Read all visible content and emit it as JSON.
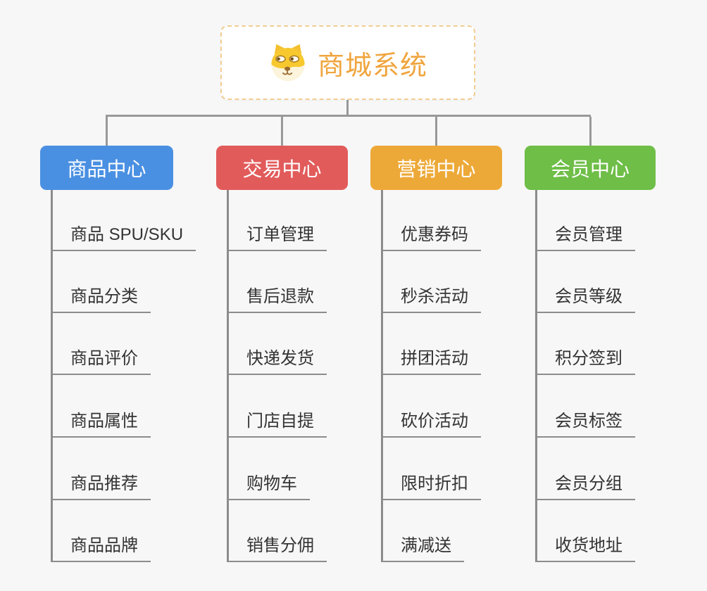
{
  "root": {
    "title": "商城系统",
    "icon": "dog-icon"
  },
  "branches": [
    {
      "label": "商品中心",
      "color": "#4A90E2",
      "style": "background:#4A90E2",
      "items": [
        "商品 SPU/SKU",
        "商品分类",
        "商品评价",
        "商品属性",
        "商品推荐",
        "商品品牌"
      ]
    },
    {
      "label": "交易中心",
      "color": "#E25B5B",
      "style": "background:#E25B5B",
      "items": [
        "订单管理",
        "售后退款",
        "快递发货",
        "门店自提",
        "购物车",
        "销售分佣"
      ]
    },
    {
      "label": "营销中心",
      "color": "#EDA938",
      "style": "background:#EDA938",
      "items": [
        "优惠券码",
        "秒杀活动",
        "拼团活动",
        "砍价活动",
        "限时折扣",
        "满减送"
      ]
    },
    {
      "label": "会员中心",
      "color": "#6EBE47",
      "style": "background:#6EBE47",
      "items": [
        "会员管理",
        "会员等级",
        "积分签到",
        "会员标签",
        "会员分组",
        "收货地址"
      ]
    }
  ],
  "colors": {
    "background": "#F7F7F7",
    "root_accent": "#F0A53E",
    "root_border": "#F2CD93",
    "connector": "#999999",
    "underline": "#8C8C8C",
    "leaf_text": "#333333"
  }
}
